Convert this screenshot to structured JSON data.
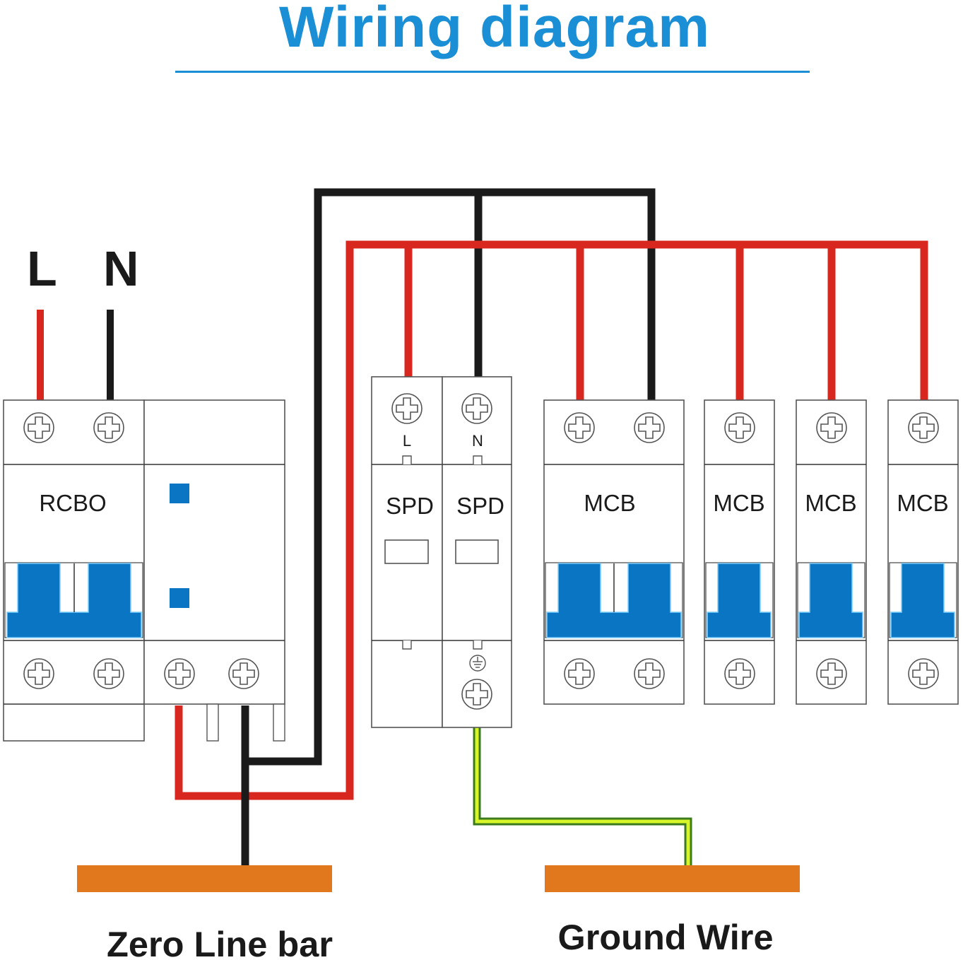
{
  "title": "Wiring diagram",
  "colors": {
    "title": "#1a8fd6",
    "live_wire": "#d8271f",
    "neutral_wire": "#1a1a1a",
    "ground_wire": "#d8f52a",
    "ground_wire_edge": "#3c7a1e",
    "busbar": "#e2781d",
    "breaker_handle": "#0a75c2"
  },
  "supply": {
    "live_label": "L",
    "neutral_label": "N"
  },
  "devices": {
    "rcbo": {
      "label": "RCBO"
    },
    "spd_l": {
      "label": "SPD",
      "terminal_label": "L"
    },
    "spd_n": {
      "label": "SPD",
      "terminal_label": "N",
      "ground_symbol": "earth"
    },
    "mcbs": [
      {
        "label": "MCB",
        "poles": 2
      },
      {
        "label": "MCB",
        "poles": 1
      },
      {
        "label": "MCB",
        "poles": 1
      },
      {
        "label": "MCB",
        "poles": 1
      }
    ]
  },
  "bars": {
    "zero_line": {
      "label": "Zero Line bar"
    },
    "ground": {
      "label": "Ground Wire"
    }
  }
}
